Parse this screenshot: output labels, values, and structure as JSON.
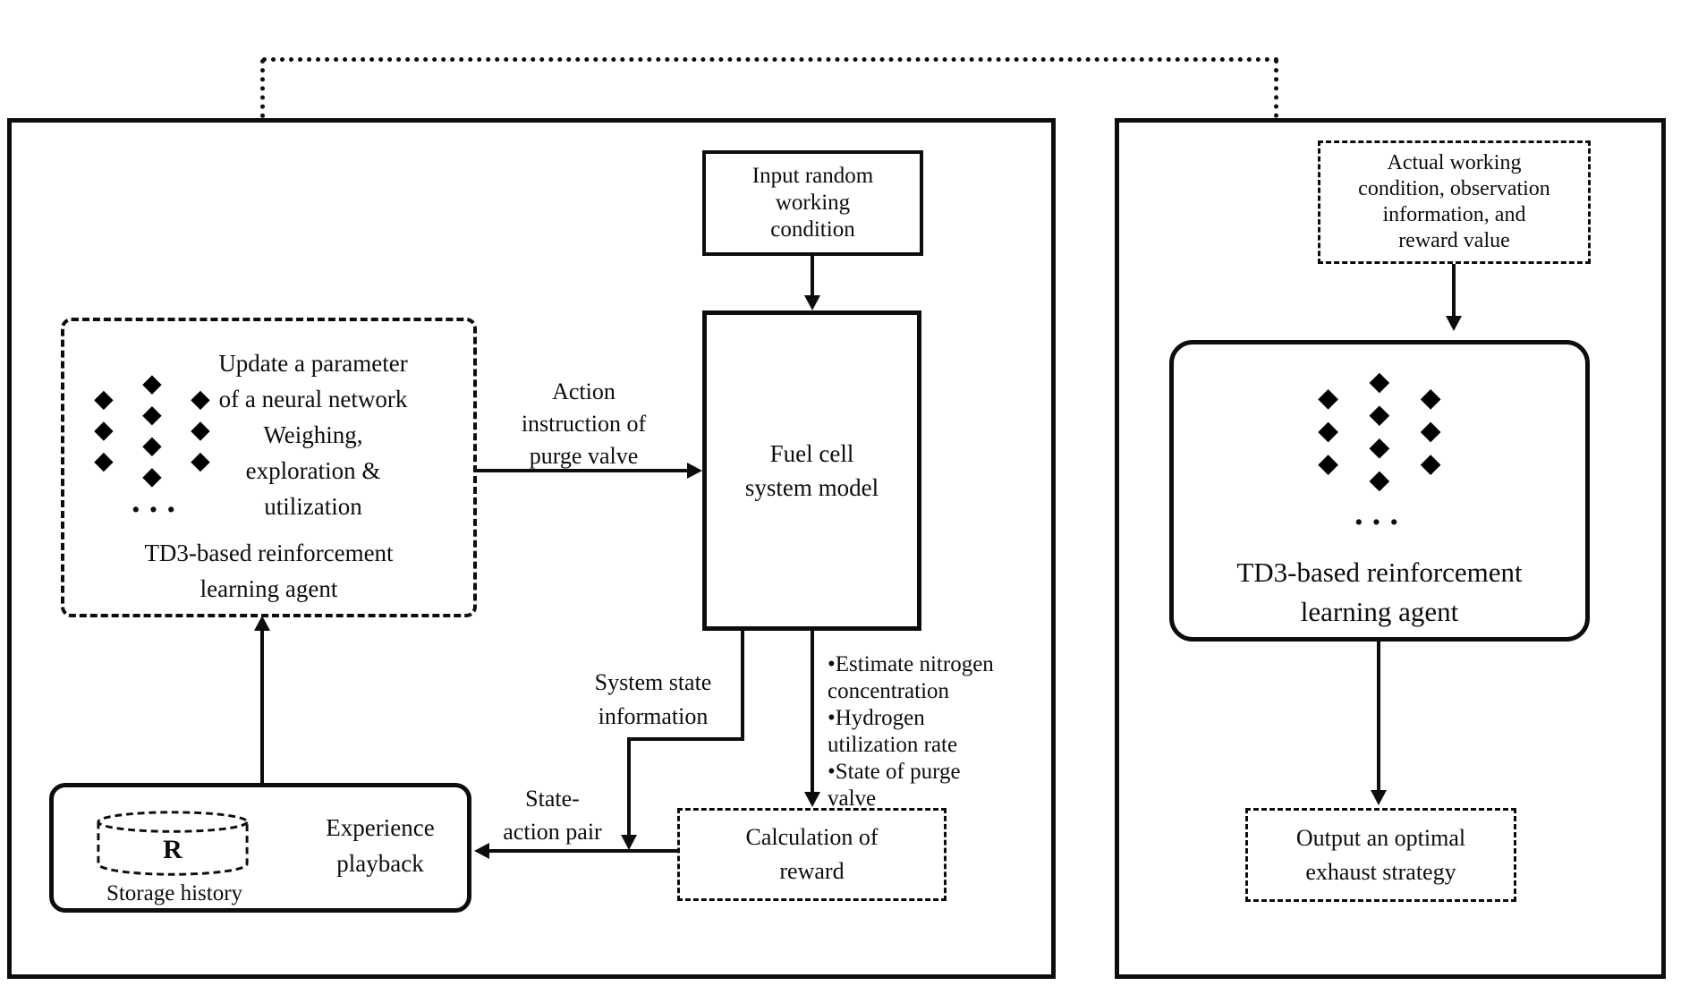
{
  "figure": {
    "left_panel": {
      "agent_box": {
        "update_text": "Update a parameter\nof a neural network\nWeighing,\nexploration &\nutilization",
        "dots": "···",
        "title": "TD3-based reinforcement\nlearning agent"
      },
      "input_box": {
        "label": "Input random\nworking\ncondition"
      },
      "fuel_cell_box": {
        "label": "Fuel cell\nsystem model"
      },
      "action_arrow_label": "Action\ninstruction of\npurge valve",
      "system_state_label": "System state\ninformation",
      "model_outputs": "•Estimate nitrogen\nconcentration\n•Hydrogen\nutilization rate\n•State of purge\nvalve",
      "calculation_box": {
        "label": "Calculation of\nreward"
      },
      "state_action_label": "State-\naction pair",
      "experience_box": {
        "label": "Experience\nplayback",
        "storage_symbol": "R",
        "storage_label": "Storage history"
      }
    },
    "right_panel": {
      "actual_box": {
        "label": "Actual working\ncondition, observation\ninformation, and\nreward value"
      },
      "agent_box": {
        "dots": "···",
        "title": "TD3-based reinforcement\nlearning agent"
      },
      "output_box": {
        "label": "Output an optimal\nexhaust strategy"
      }
    },
    "colors": {
      "ink": "#0d0d0d",
      "background": "#ffffff"
    }
  }
}
